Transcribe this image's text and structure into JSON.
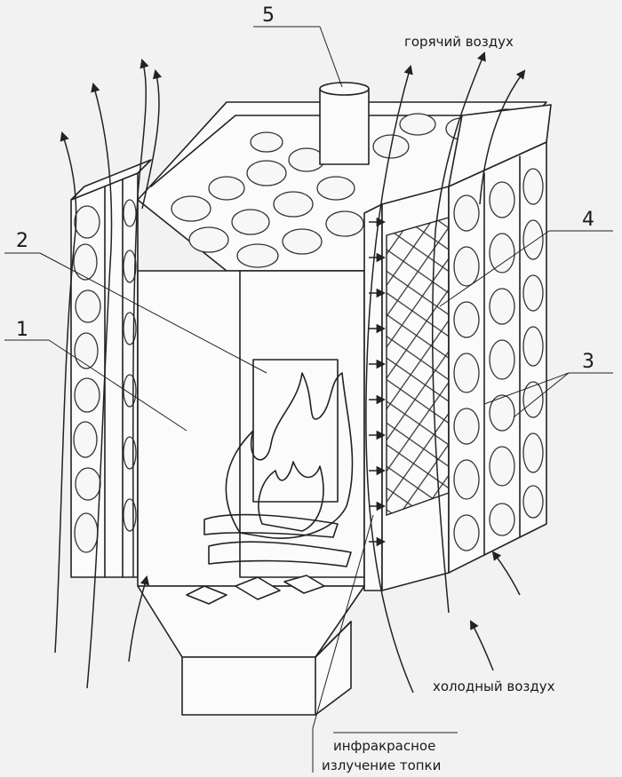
{
  "callouts": {
    "n1": "1",
    "n2": "2",
    "n3": "3",
    "n4": "4",
    "n5": "5"
  },
  "captions": {
    "hot_air": "горячий воздух",
    "cold_air": "холодный воздух",
    "infrared_line1": "инфракрасное",
    "infrared_line2": "излучение топки"
  },
  "colors": {
    "background": "#f2f2f2",
    "ink": "#222222"
  }
}
